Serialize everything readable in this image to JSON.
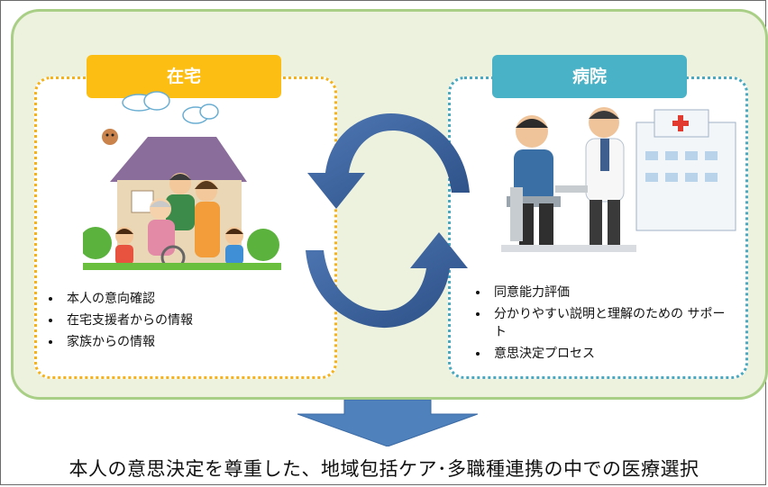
{
  "home": {
    "title": "在宅",
    "items": [
      "本人の意向確認",
      "在宅支援者からの情報",
      "家族からの情報"
    ]
  },
  "hospital": {
    "title": "病院",
    "items": [
      "同意能力評価",
      "分かりやすい説明と理解のための サポート",
      "意思決定プロセス"
    ]
  },
  "footer": {
    "text": "本人の意思決定を尊重した、地域包括ケア･多職種連携の中での医療選択"
  },
  "colors": {
    "home_accent": "#fcbe13",
    "hospital_accent": "#4ab2c6",
    "cycle_arrow": "#2f5d9e",
    "down_arrow": "#4f81bd",
    "panel_fill": "#edf2df"
  },
  "icons": [
    "family-house-illustration",
    "doctor-patient-illustration",
    "cycle-arrows",
    "down-arrow"
  ]
}
